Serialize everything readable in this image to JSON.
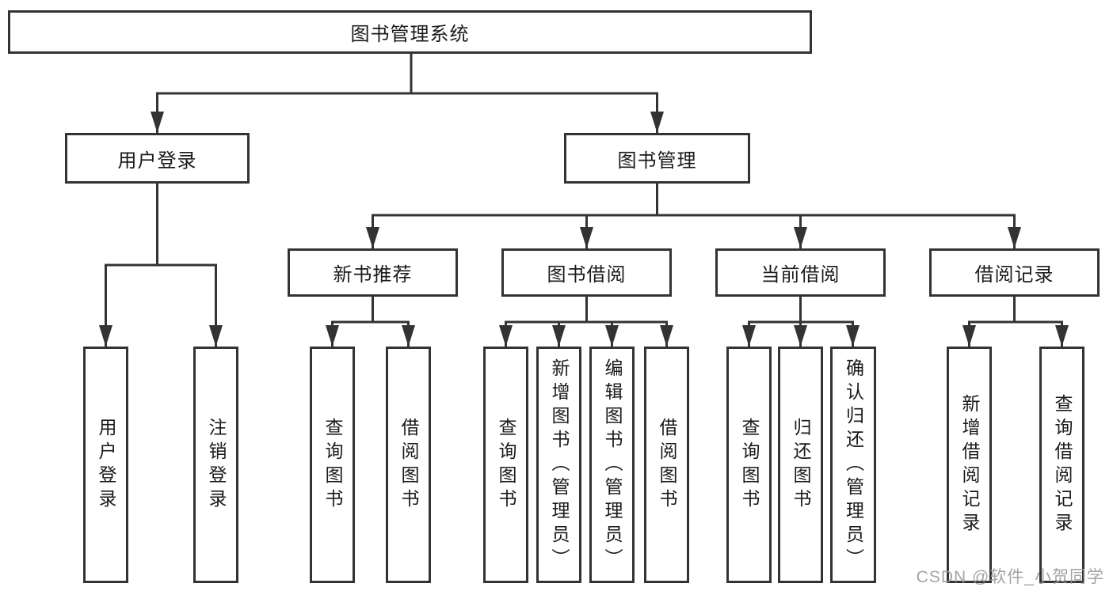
{
  "diagram": {
    "title": "图书管理系统",
    "level2": {
      "user_login": "用户登录",
      "book_mgmt": "图书管理"
    },
    "level3": {
      "new_book_recommend": "新书推荐",
      "book_borrow": "图书借阅",
      "current_borrow": "当前借阅",
      "borrow_records": "借阅记录"
    },
    "leaves": {
      "user": [
        "用户登录",
        "注销登录"
      ],
      "recommend": [
        "查询图书",
        "借阅图书"
      ],
      "borrow": [
        "查询图书",
        "新增图书（管理员）",
        "编辑图书（管理员）",
        "借阅图书"
      ],
      "current": [
        "查询图书",
        "归还图书",
        "确认归还（管理员）"
      ],
      "records": [
        "新增借阅记录",
        "查询借阅记录"
      ]
    }
  },
  "watermark": "CSDN @软件_小贺同学",
  "colors": {
    "line": "#333333",
    "box_border": "#333333",
    "text": "#1a1a1a",
    "watermark": "#9c9c9c",
    "background": "#ffffff"
  }
}
